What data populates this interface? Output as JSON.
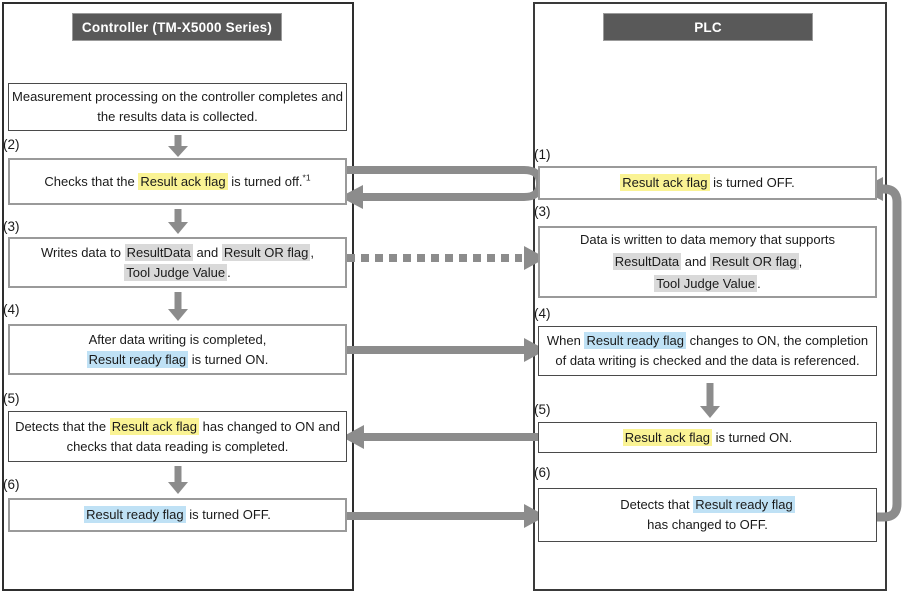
{
  "colors": {
    "arrow_gray": "#8c8c8c",
    "header_bg": "#595959",
    "header_text": "#ffffff",
    "highlight_yellow": "#faf394",
    "highlight_gray": "#d9d9d9",
    "highlight_blue": "#bfe1f5"
  },
  "left_panel": {
    "header": "Controller (TM-X5000 Series)",
    "boxes": [
      {
        "num": "",
        "segments": [
          {
            "t": "Measurement processing on the controller completes and\nthe results data is collected."
          }
        ]
      },
      {
        "num": "(2)",
        "segments": [
          {
            "t": "Checks that the "
          },
          {
            "t": "Result ack flag",
            "h": "yellow"
          },
          {
            "t": " is turned off."
          },
          {
            "t": "*1",
            "sup": true
          }
        ]
      },
      {
        "num": "(3)",
        "segments": [
          {
            "t": "Writes data to "
          },
          {
            "t": "ResultData",
            "h": "gray"
          },
          {
            "t": " and "
          },
          {
            "t": "Result OR flag",
            "h": "gray"
          },
          {
            "t": ",\n"
          },
          {
            "t": "Tool Judge Value",
            "h": "gray"
          },
          {
            "t": "."
          }
        ]
      },
      {
        "num": "(4)",
        "segments": [
          {
            "t": "After data writing is completed,\n"
          },
          {
            "t": "Result ready flag",
            "h": "blue"
          },
          {
            "t": " is turned ON."
          }
        ]
      },
      {
        "num": "(5)",
        "segments": [
          {
            "t": "Detects that the "
          },
          {
            "t": "Result ack flag",
            "h": "yellow"
          },
          {
            "t": " has changed to ON and\nchecks that data reading is completed."
          }
        ]
      },
      {
        "num": "(6)",
        "segments": [
          {
            "t": "Result ready flag",
            "h": "blue"
          },
          {
            "t": " is turned OFF."
          }
        ]
      }
    ]
  },
  "right_panel": {
    "header": "PLC",
    "boxes": [
      {
        "num": "(1)",
        "segments": [
          {
            "t": "Result ack flag",
            "h": "yellow"
          },
          {
            "t": " is turned OFF."
          }
        ]
      },
      {
        "num": "(3)",
        "segments": [
          {
            "t": "Data is written to data memory that supports\n"
          },
          {
            "t": "ResultData",
            "h": "gray"
          },
          {
            "t": " and "
          },
          {
            "t": "Result OR flag",
            "h": "gray"
          },
          {
            "t": ",\n"
          },
          {
            "t": "Tool Judge Value",
            "h": "gray"
          },
          {
            "t": "."
          }
        ]
      },
      {
        "num": "(4)",
        "segments": [
          {
            "t": "When "
          },
          {
            "t": "Result ready flag",
            "h": "blue"
          },
          {
            "t": " changes to ON, the completion\nof data writing is checked and the data is referenced."
          }
        ]
      },
      {
        "num": "(5)",
        "segments": [
          {
            "t": "Result ack flag",
            "h": "yellow"
          },
          {
            "t": " is turned ON."
          }
        ]
      },
      {
        "num": "(6)",
        "segments": [
          {
            "t": "Detects that "
          },
          {
            "t": "Result ready flag",
            "h": "blue"
          },
          {
            "t": "\nhas changed to OFF."
          }
        ]
      }
    ]
  }
}
